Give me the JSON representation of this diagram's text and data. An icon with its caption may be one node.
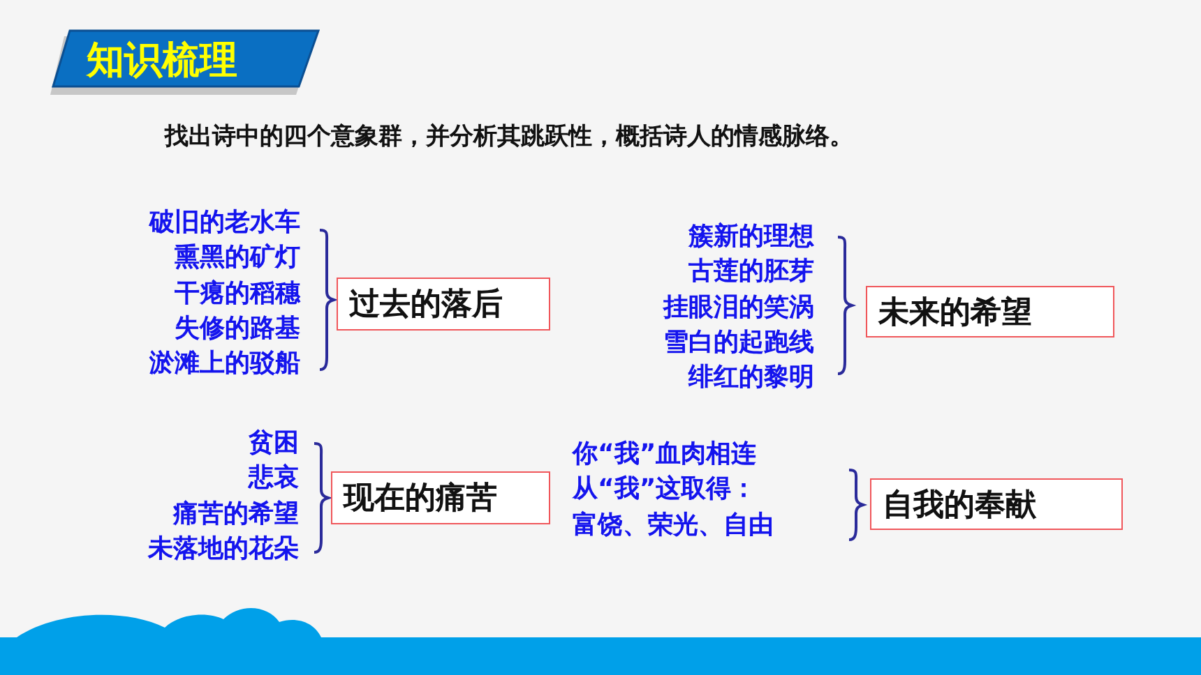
{
  "diagram": {
    "title": "知识梳理",
    "nodes": [
      {
        "text": [
          "过去的落后"
        ]
      },
      {
        "text": [
          "未来的希望"
        ]
      },
      {
        "text": [
          "现在的痛苦"
        ]
      },
      {
        "text": [
          "自我的奉献"
        ]
      }
    ],
    "labels": [
      "找出诗中的四个意象群，并分析其跳跃性，概括诗人的情感脉络。",
      "破旧的老水车",
      "熏黑的矿灯",
      "干瘪的稻穗",
      "失修的路基",
      "淤滩上的驳船",
      "簇新的理想",
      "古莲的胚芽",
      "挂眼泪的笑涡",
      "雪白的起跑线",
      "绯红的黎明",
      "贫困",
      "悲哀",
      "痛苦的希望",
      "未落地的花朵",
      "你“我”血肉相连",
      "从“我”这取得：",
      "富饶、荣光、自由"
    ]
  }
}
